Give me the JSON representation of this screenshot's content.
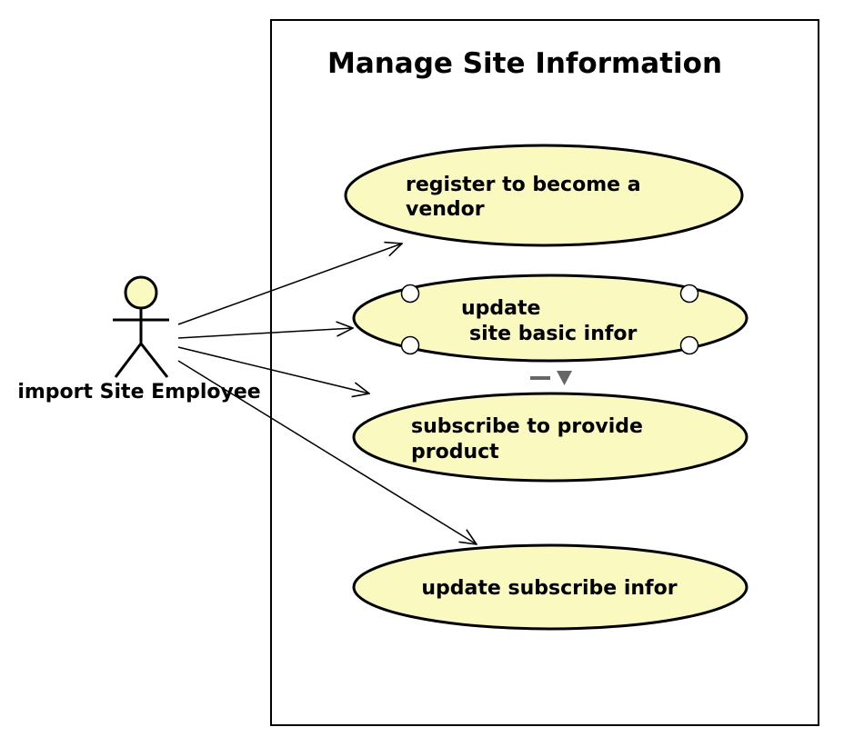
{
  "diagram": {
    "system": {
      "title": "Manage Site Information"
    },
    "actor": {
      "name": "import Site Employee"
    },
    "use_cases": [
      {
        "lines": [
          "register to become a",
          "vendor"
        ]
      },
      {
        "lines": [
          "update",
          "site basic infor"
        ]
      },
      {
        "lines": [
          "subscribe to provide",
          "product"
        ]
      },
      {
        "lines": [
          "update subscribe infor"
        ]
      }
    ],
    "colors": {
      "use_case_fill": "#fafac0",
      "actor_head_fill": "#fafac0",
      "stroke": "#000000",
      "handle_fill": "#ffffff",
      "collapse_marker": "#666666"
    }
  }
}
